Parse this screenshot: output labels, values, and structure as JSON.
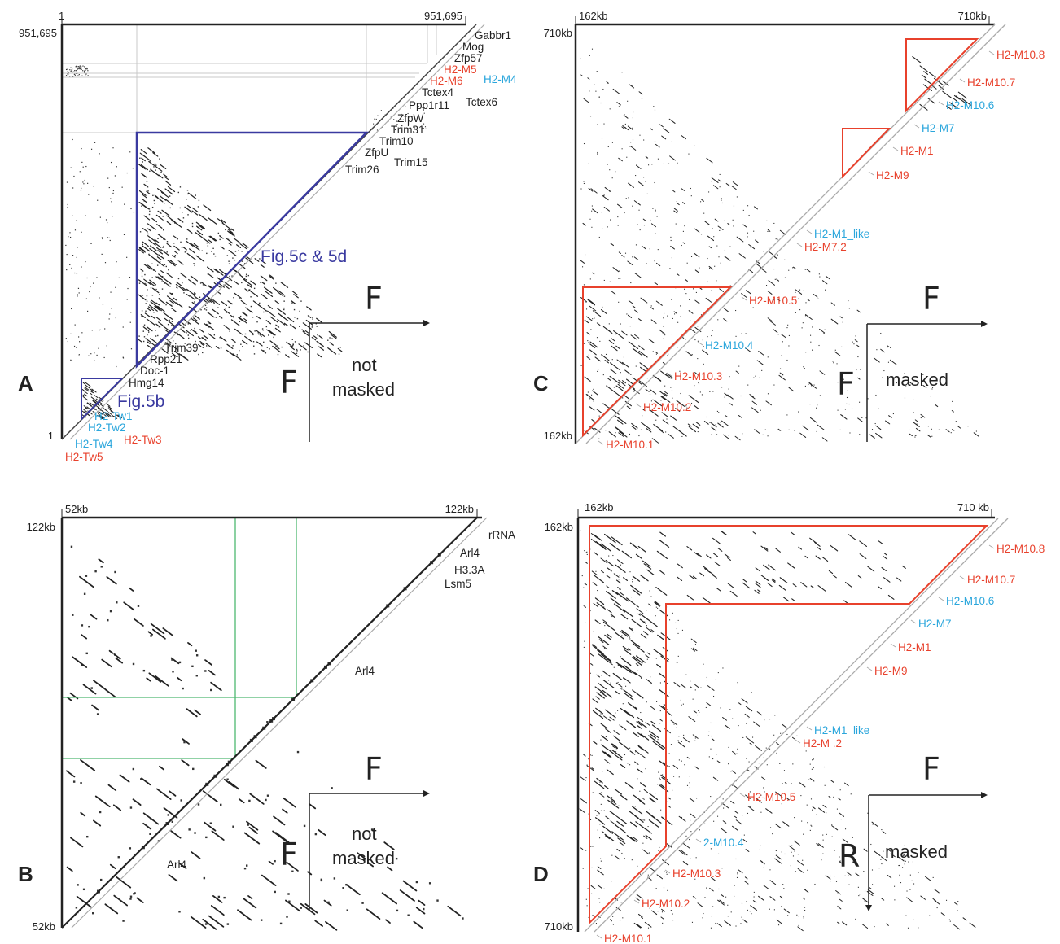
{
  "colors": {
    "black": "#222222",
    "red": "#e8412c",
    "blue": "#2aa6dc",
    "navy": "#3a3aa0",
    "green": "#4db870",
    "diag": "#aaaaaa"
  },
  "panels": {
    "A": {
      "letter": "A",
      "axis_start": "1",
      "axis_end": "951,695",
      "left_top": "951,695",
      "left_bottom": "1",
      "fig_main": "Fig.5c & 5d",
      "fig_small": "Fig.5b",
      "orient_h": "F",
      "orient_v": "F",
      "mask1": "not",
      "mask2": "masked",
      "labels": [
        {
          "t": "Gabbr1",
          "c": "black"
        },
        {
          "t": "Mog",
          "c": "black"
        },
        {
          "t": "Zfp57",
          "c": "black"
        },
        {
          "t": "H2-M5",
          "c": "red"
        },
        {
          "t": "H2-M6",
          "c": "red"
        },
        {
          "t": "H2-M4",
          "c": "blue"
        },
        {
          "t": "Tctex4",
          "c": "black"
        },
        {
          "t": "Tctex6",
          "c": "black"
        },
        {
          "t": "Ppp1r11",
          "c": "black"
        },
        {
          "t": "ZfpW",
          "c": "black"
        },
        {
          "t": "Trim31",
          "c": "black"
        },
        {
          "t": "Trim10",
          "c": "black"
        },
        {
          "t": "ZfpU",
          "c": "black"
        },
        {
          "t": "Trim15",
          "c": "black"
        },
        {
          "t": "Trim26",
          "c": "black"
        },
        {
          "t": "Trim39",
          "c": "black"
        },
        {
          "t": "Rpp21",
          "c": "black"
        },
        {
          "t": "Doc-1",
          "c": "black"
        },
        {
          "t": "Hmg14",
          "c": "black"
        },
        {
          "t": "H2-Tw1",
          "c": "blue"
        },
        {
          "t": "H2-Tw2",
          "c": "blue"
        },
        {
          "t": "H2-Tw4",
          "c": "blue"
        },
        {
          "t": "H2-Tw3",
          "c": "red"
        },
        {
          "t": "H2-Tw5",
          "c": "red"
        }
      ]
    },
    "B": {
      "letter": "B",
      "axis_start": "52kb",
      "axis_end": "122kb",
      "left_top": "122kb",
      "left_bottom": "52kb",
      "orient_h": "F",
      "orient_v": "F",
      "mask1": "not",
      "mask2": "masked",
      "labels": [
        {
          "t": "rRNA",
          "c": "black"
        },
        {
          "t": "Arl4",
          "c": "black"
        },
        {
          "t": "H3.3A",
          "c": "black"
        },
        {
          "t": "Lsm5",
          "c": "black"
        },
        {
          "t": "Arl4",
          "c": "black"
        },
        {
          "t": "Arl4",
          "c": "black"
        }
      ]
    },
    "C": {
      "letter": "C",
      "axis_start": "162kb",
      "axis_end": "710kb",
      "left_top": "710kb",
      "left_bottom": "162kb",
      "orient_h": "F",
      "orient_v": "F",
      "mask2": "masked",
      "labels": [
        {
          "t": "H2-M10.8",
          "c": "red"
        },
        {
          "t": "H2-M10.7",
          "c": "red"
        },
        {
          "t": "H2-M10.6",
          "c": "blue"
        },
        {
          "t": "H2-M7",
          "c": "blue"
        },
        {
          "t": "H2-M1",
          "c": "red"
        },
        {
          "t": "H2-M9",
          "c": "red"
        },
        {
          "t": "H2-M1_like",
          "c": "blue"
        },
        {
          "t": "H2-M7.2",
          "c": "red"
        },
        {
          "t": "H2-M10.5",
          "c": "red"
        },
        {
          "t": "H2-M10.4",
          "c": "blue"
        },
        {
          "t": "H2-M10.3",
          "c": "red"
        },
        {
          "t": "H2-M10.2",
          "c": "red"
        },
        {
          "t": "H2-M10.1",
          "c": "red"
        }
      ]
    },
    "D": {
      "letter": "D",
      "axis_start": "162kb",
      "axis_end": "710 kb",
      "left_top": "162kb",
      "left_bottom": "710kb",
      "orient_h": "F",
      "orient_v": "R",
      "mask2": "masked",
      "labels": [
        {
          "t": "H2-M10.8",
          "c": "red"
        },
        {
          "t": "H2-M10.7",
          "c": "red"
        },
        {
          "t": "H2-M10.6",
          "c": "blue"
        },
        {
          "t": "H2-M7",
          "c": "blue"
        },
        {
          "t": "H2-M1",
          "c": "red"
        },
        {
          "t": "H2-M9",
          "c": "red"
        },
        {
          "t": "H2-M1_like",
          "c": "blue"
        },
        {
          "t": "H2-M .2",
          "c": "red"
        },
        {
          "t": "H2-M10.5",
          "c": "red"
        },
        {
          "t": "2-M10.4",
          "c": "blue"
        },
        {
          "t": "H2-M10.3",
          "c": "red"
        },
        {
          "t": "H2-M10.2",
          "c": "red"
        },
        {
          "t": "H2-M10.1",
          "c": "red"
        }
      ]
    }
  }
}
